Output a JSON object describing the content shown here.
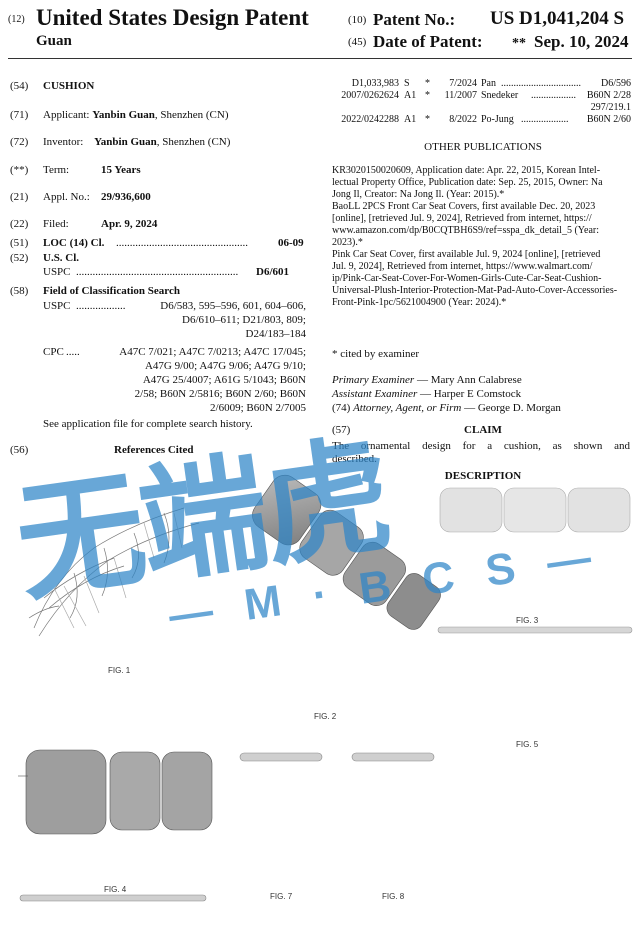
{
  "header": {
    "code12": "(12)",
    "title": "United States Design Patent",
    "inventor_short": "Guan",
    "code10": "(10)",
    "patent_no_label": "Patent No.:",
    "patent_no": "US D1,041,204 S",
    "code45": "(45)",
    "date_label": "Date of Patent:",
    "date_mark": "**",
    "date": "Sep. 10, 2024"
  },
  "left": {
    "title_code": "(54)",
    "title": "CUSHION",
    "applicant_code": "(71)",
    "applicant_label": "Applicant:",
    "applicant_name": "Yanbin Guan",
    "applicant_loc": ", Shenzhen (CN)",
    "inventor_code": "(72)",
    "inventor_label": "Inventor:",
    "inventor_name": "Yanbin Guan",
    "inventor_loc": ", Shenzhen (CN)",
    "term_code": "(**)",
    "term_label": "Term:",
    "term_value": "15 Years",
    "appl_code": "(21)",
    "appl_label": "Appl. No.:",
    "appl_value": "29/936,600",
    "filed_code": "(22)",
    "filed_label": "Filed:",
    "filed_value": "Apr. 9, 2024",
    "loc_code": "(51)",
    "loc_label": "LOC (14) Cl.",
    "loc_dots": "................................................",
    "loc_value": "06-09",
    "uscl_code": "(52)",
    "uscl_label": "U.S. Cl.",
    "uspc_label": "USPC",
    "uspc_dots": "...........................................................",
    "uspc_value": "D6/601",
    "field_code": "(58)",
    "field_label": "Field of Classification Search",
    "field_uspc_label": "USPC",
    "field_uspc_dots": "..................",
    "field_uspc_lines": [
      "D6/583, 595–596, 601, 604–606,",
      "D6/610–611; D21/803, 809;",
      "D24/183–184"
    ],
    "cpc_label": "CPC",
    "cpc_dots": ".....",
    "cpc_lines": [
      "A47C 7/021; A47C 7/0213; A47C 17/045;",
      "A47G 9/00; A47G 9/06; A47G 9/10;",
      "A47G 25/4007; A61G 5/1043; B60N",
      "2/58; B60N 2/5816; B60N 2/60; B60N",
      "2/6009; B60N 2/7005"
    ],
    "see_app": "See application file for complete search history.",
    "refs_code": "(56)",
    "refs_label": "References Cited"
  },
  "right": {
    "patent_refs": [
      {
        "num": "D1,033,983",
        "kind": "S",
        "star": "*",
        "date": "7/2024",
        "name": "Pan",
        "dots": "................................",
        "cls": "D6/596"
      },
      {
        "num": "2007/0262624",
        "kind": "A1",
        "star": "*",
        "date": "11/2007",
        "name": "Snedeker",
        "dots": "..................",
        "cls": "B60N 2/28"
      },
      {
        "num": "",
        "kind": "",
        "star": "",
        "date": "",
        "name": "",
        "dots": "",
        "cls": "297/219.1"
      },
      {
        "num": "2022/0242288",
        "kind": "A1",
        "star": "*",
        "date": "8/2022",
        "name": "Po-Jung",
        "dots": "...................",
        "cls": "B60N 2/60"
      }
    ],
    "other_pubs_title": "OTHER PUBLICATIONS",
    "other_pubs": [
      [
        "KR3020150020609, Application date: Apr. 22, 2015, Korean Intel-",
        "lectual Property Office, Publication date: Sep. 25, 2015, Owner: Na",
        "Jong Il, Creator: Na Jong Il. (Year: 2015).*"
      ],
      [
        "BaoLL 2PCS Front Car Seat Covers, first available Dec. 20, 2023",
        "[online], [retrieved Jul. 9, 2024], Retrieved from internet, https://",
        "www.amazon.com/dp/B0CQTBH6S9/ref=sspa_dk_detail_5 (Year:",
        "2023).*"
      ],
      [
        "Pink Car Seat Cover, first available Jul. 9, 2024 [online], [retrieved",
        "Jul. 9, 2024], Retrieved from internet, https://www.walmart.com/",
        "ip/Pink-Car-Seat-Cover-For-Women-Girls-Cute-Car-Seat-Cushion-",
        "Universal-Plush-Interior-Protection-Mat-Pad-Auto-Cover-Accessories-",
        "Front-Pink-1pc/5621004900 (Year: 2024).*"
      ]
    ],
    "cited_by": "* cited by examiner",
    "primary_label": "Primary Examiner",
    "primary_name": " — Mary Ann Calabrese",
    "assistant_label": "Assistant Examiner",
    "assistant_name": " — Harper E Comstock",
    "attorney_code": "(74)",
    "attorney_label": "Attorney, Agent, or Firm",
    "attorney_name": " — George D. Morgan",
    "claim_code": "(57)",
    "claim_title": "CLAIM",
    "claim_lines": [
      "The ornamental design for a cushion, as shown and",
      "described."
    ],
    "description_title": "DESCRIPTION"
  },
  "figures": {
    "fig1": "FIG. 1",
    "fig2": "FIG. 2",
    "fig3": "FIG. 3",
    "fig4": "FIG. 4",
    "fig5": "FIG. 5",
    "fig7": "FIG. 7",
    "fig8": "FIG. 8"
  },
  "watermark": {
    "chars": "无端虎",
    "latin": "— M · B C S —",
    "color": "#2f86c8"
  }
}
